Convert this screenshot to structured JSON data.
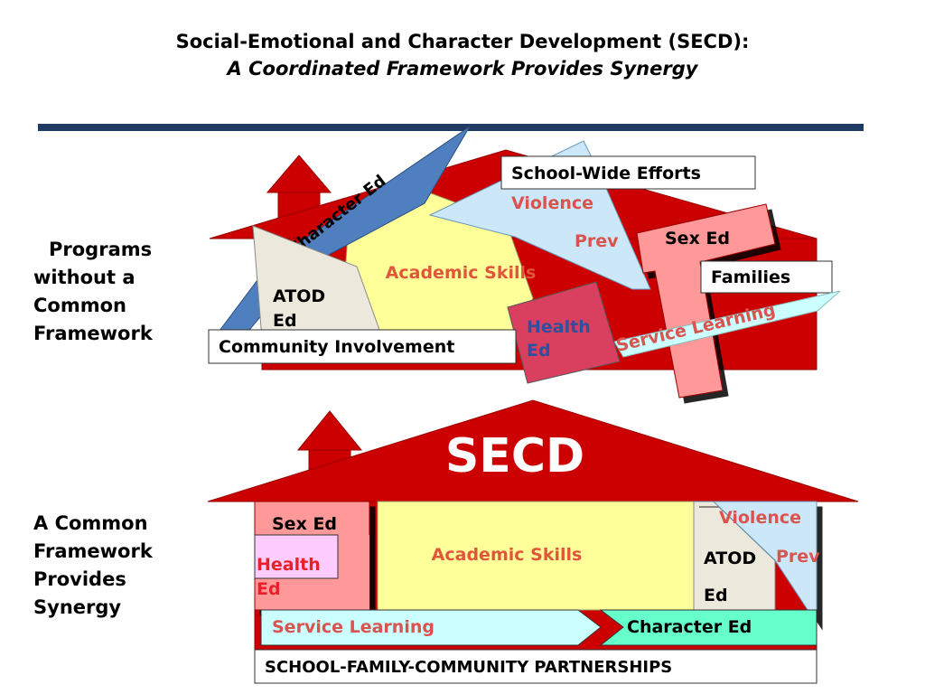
{
  "title": {
    "line1": "Social-Emotional and Character Development (SECD):",
    "line2": "A Coordinated Framework Provides Synergy"
  },
  "left_labels": {
    "top": [
      "Programs",
      "without a",
      "Common",
      "Framework"
    ],
    "bottom": [
      "A Common",
      "Framework",
      "Provides",
      "Synergy"
    ]
  },
  "top_house": {
    "character_ed": "Character Ed",
    "school_wide": "School-Wide Efforts",
    "violence": "Violence",
    "prev": "Prev",
    "sex_ed": "Sex Ed",
    "academic_skills": "Academic Skills",
    "families": "Families",
    "atod": [
      "ATOD",
      "Ed"
    ],
    "health_ed": [
      "Health",
      "Ed"
    ],
    "community": "Community Involvement",
    "service_learning": "Service Learning"
  },
  "bottom_house": {
    "roof_label": "SECD",
    "sex_ed": "Sex Ed",
    "health_ed": [
      "Health",
      "Ed"
    ],
    "academic_skills": "Academic Skills",
    "violence": "Violence",
    "prev": "Prev",
    "atod": [
      "ATOD",
      "Ed"
    ],
    "service_learning": "Service Learning",
    "character_ed": "Character Ed",
    "partnerships": "SCHOOL-FAMILY-COMMUNITY PARTNERSHIPS"
  },
  "colors": {
    "house_red": "#cc0000",
    "divider_blue": "#1f3b63",
    "character_blue": "#4f7fbf",
    "light_blue": "#cce8f8",
    "yellow": "#ffff99",
    "pink": "#ff9999",
    "beige": "#ece9dc",
    "cyan_light": "#ccffff",
    "mint": "#66ffcc",
    "label_red": "#d9534f",
    "health_blue": "#2f4f9f"
  }
}
